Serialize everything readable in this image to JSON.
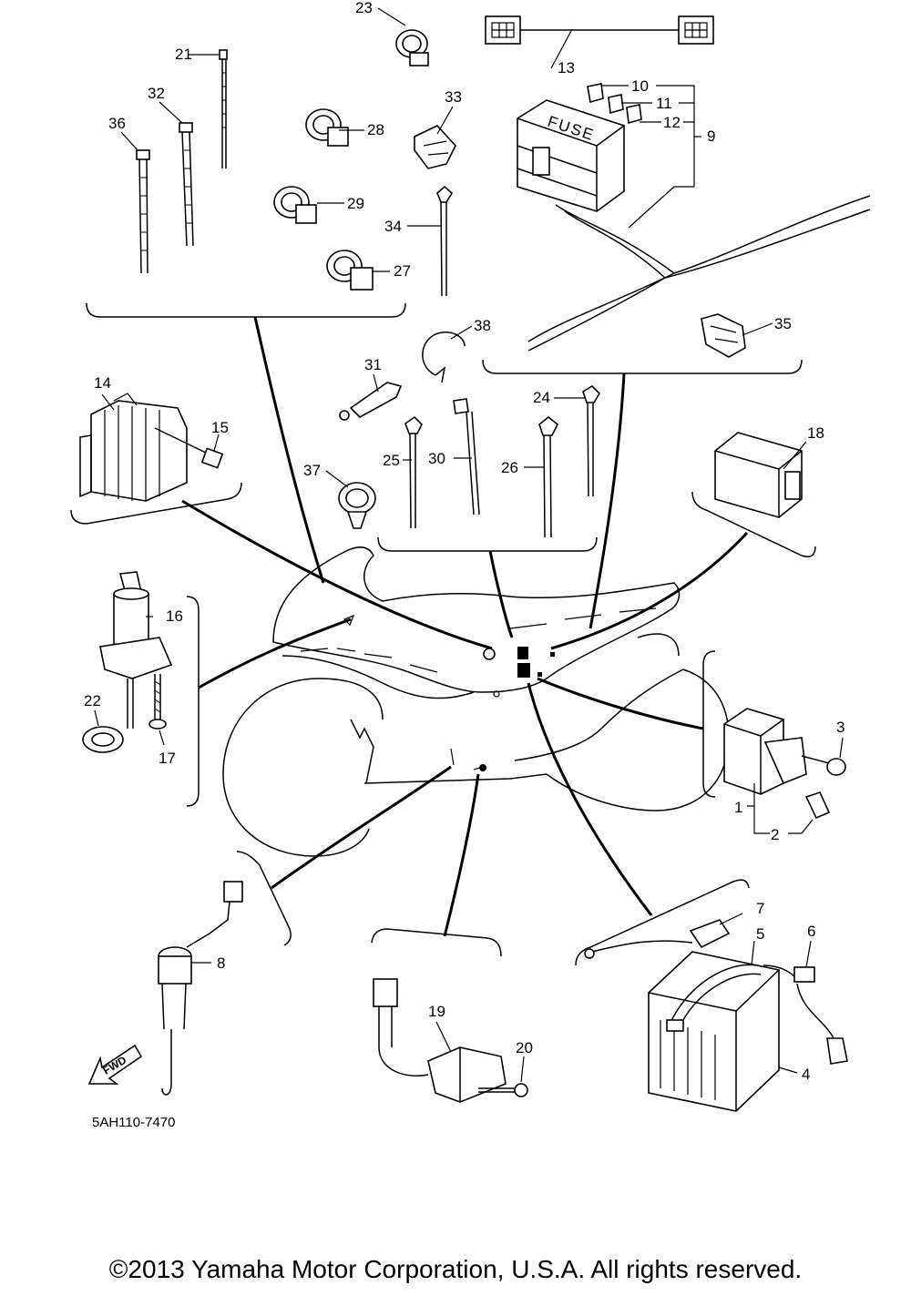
{
  "diagram": {
    "part_labels": [
      "1",
      "2",
      "3",
      "4",
      "5",
      "6",
      "7",
      "8",
      "9",
      "10",
      "11",
      "12",
      "13",
      "14",
      "15",
      "16",
      "17",
      "18",
      "19",
      "20",
      "21",
      "22",
      "23",
      "24",
      "25",
      "26",
      "27",
      "28",
      "29",
      "30",
      "31",
      "32",
      "33",
      "34",
      "35",
      "36",
      "37",
      "38"
    ],
    "fuse_text": "FUSE",
    "fwd_text": "FWD",
    "diagram_code": "5AH110-7470"
  },
  "footer": {
    "copyright": "©2013 Yamaha Motor Corporation, U.S.A. All rights reserved."
  }
}
